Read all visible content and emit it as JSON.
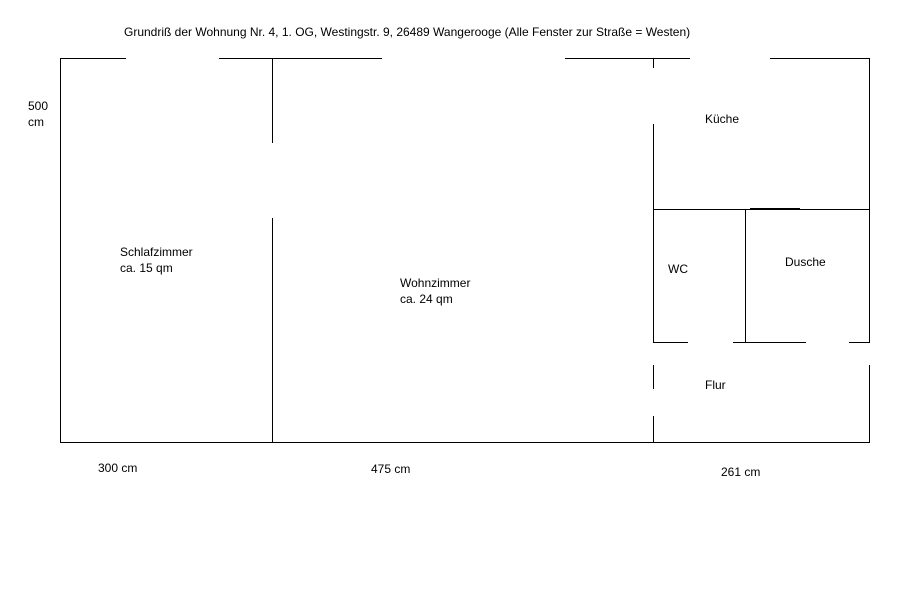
{
  "title": "Grundriß der Wohnung Nr. 4, 1. OG, Westingstr. 9, 26489 Wangerooge (Alle Fenster zur Straße = Westen)",
  "dimensions": {
    "height_value": "500",
    "height_unit": "cm",
    "width_schlafzimmer": "300 cm",
    "width_wohnzimmer": "475 cm",
    "width_rechts": "261 cm"
  },
  "rooms": {
    "schlafzimmer": {
      "name": "Schlafzimmer",
      "area": "ca. 15 qm"
    },
    "wohnzimmer": {
      "name": "Wohnzimmer",
      "area": "ca. 24 qm"
    },
    "kueche": {
      "name": "Küche"
    },
    "wc": {
      "name": "WC"
    },
    "dusche": {
      "name": "Dusche"
    },
    "flur": {
      "name": "Flur"
    }
  },
  "colors": {
    "line": "#000000",
    "background": "#ffffff"
  }
}
